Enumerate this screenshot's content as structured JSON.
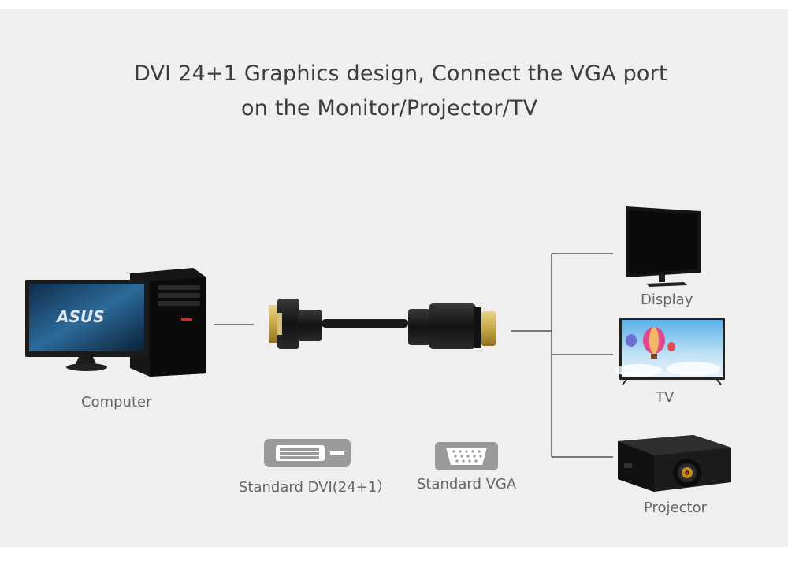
{
  "headline": {
    "line1": "DVI 24+1 Graphics design, Connect the VGA port",
    "line2": "on the Monitor/Projector/TV"
  },
  "source": {
    "label": "Computer",
    "brand": "ASUS"
  },
  "outputs": [
    {
      "label": "Display"
    },
    {
      "label": "TV"
    },
    {
      "label": "Projector"
    }
  ],
  "ports": {
    "dvi_label": "Standard DVI(24+1）",
    "vga_label": "Standard VGA"
  },
  "colors": {
    "background": "#f0eff0",
    "line": "#333333",
    "port_icon": "#9a9a9a",
    "gold": "#c9a646"
  }
}
